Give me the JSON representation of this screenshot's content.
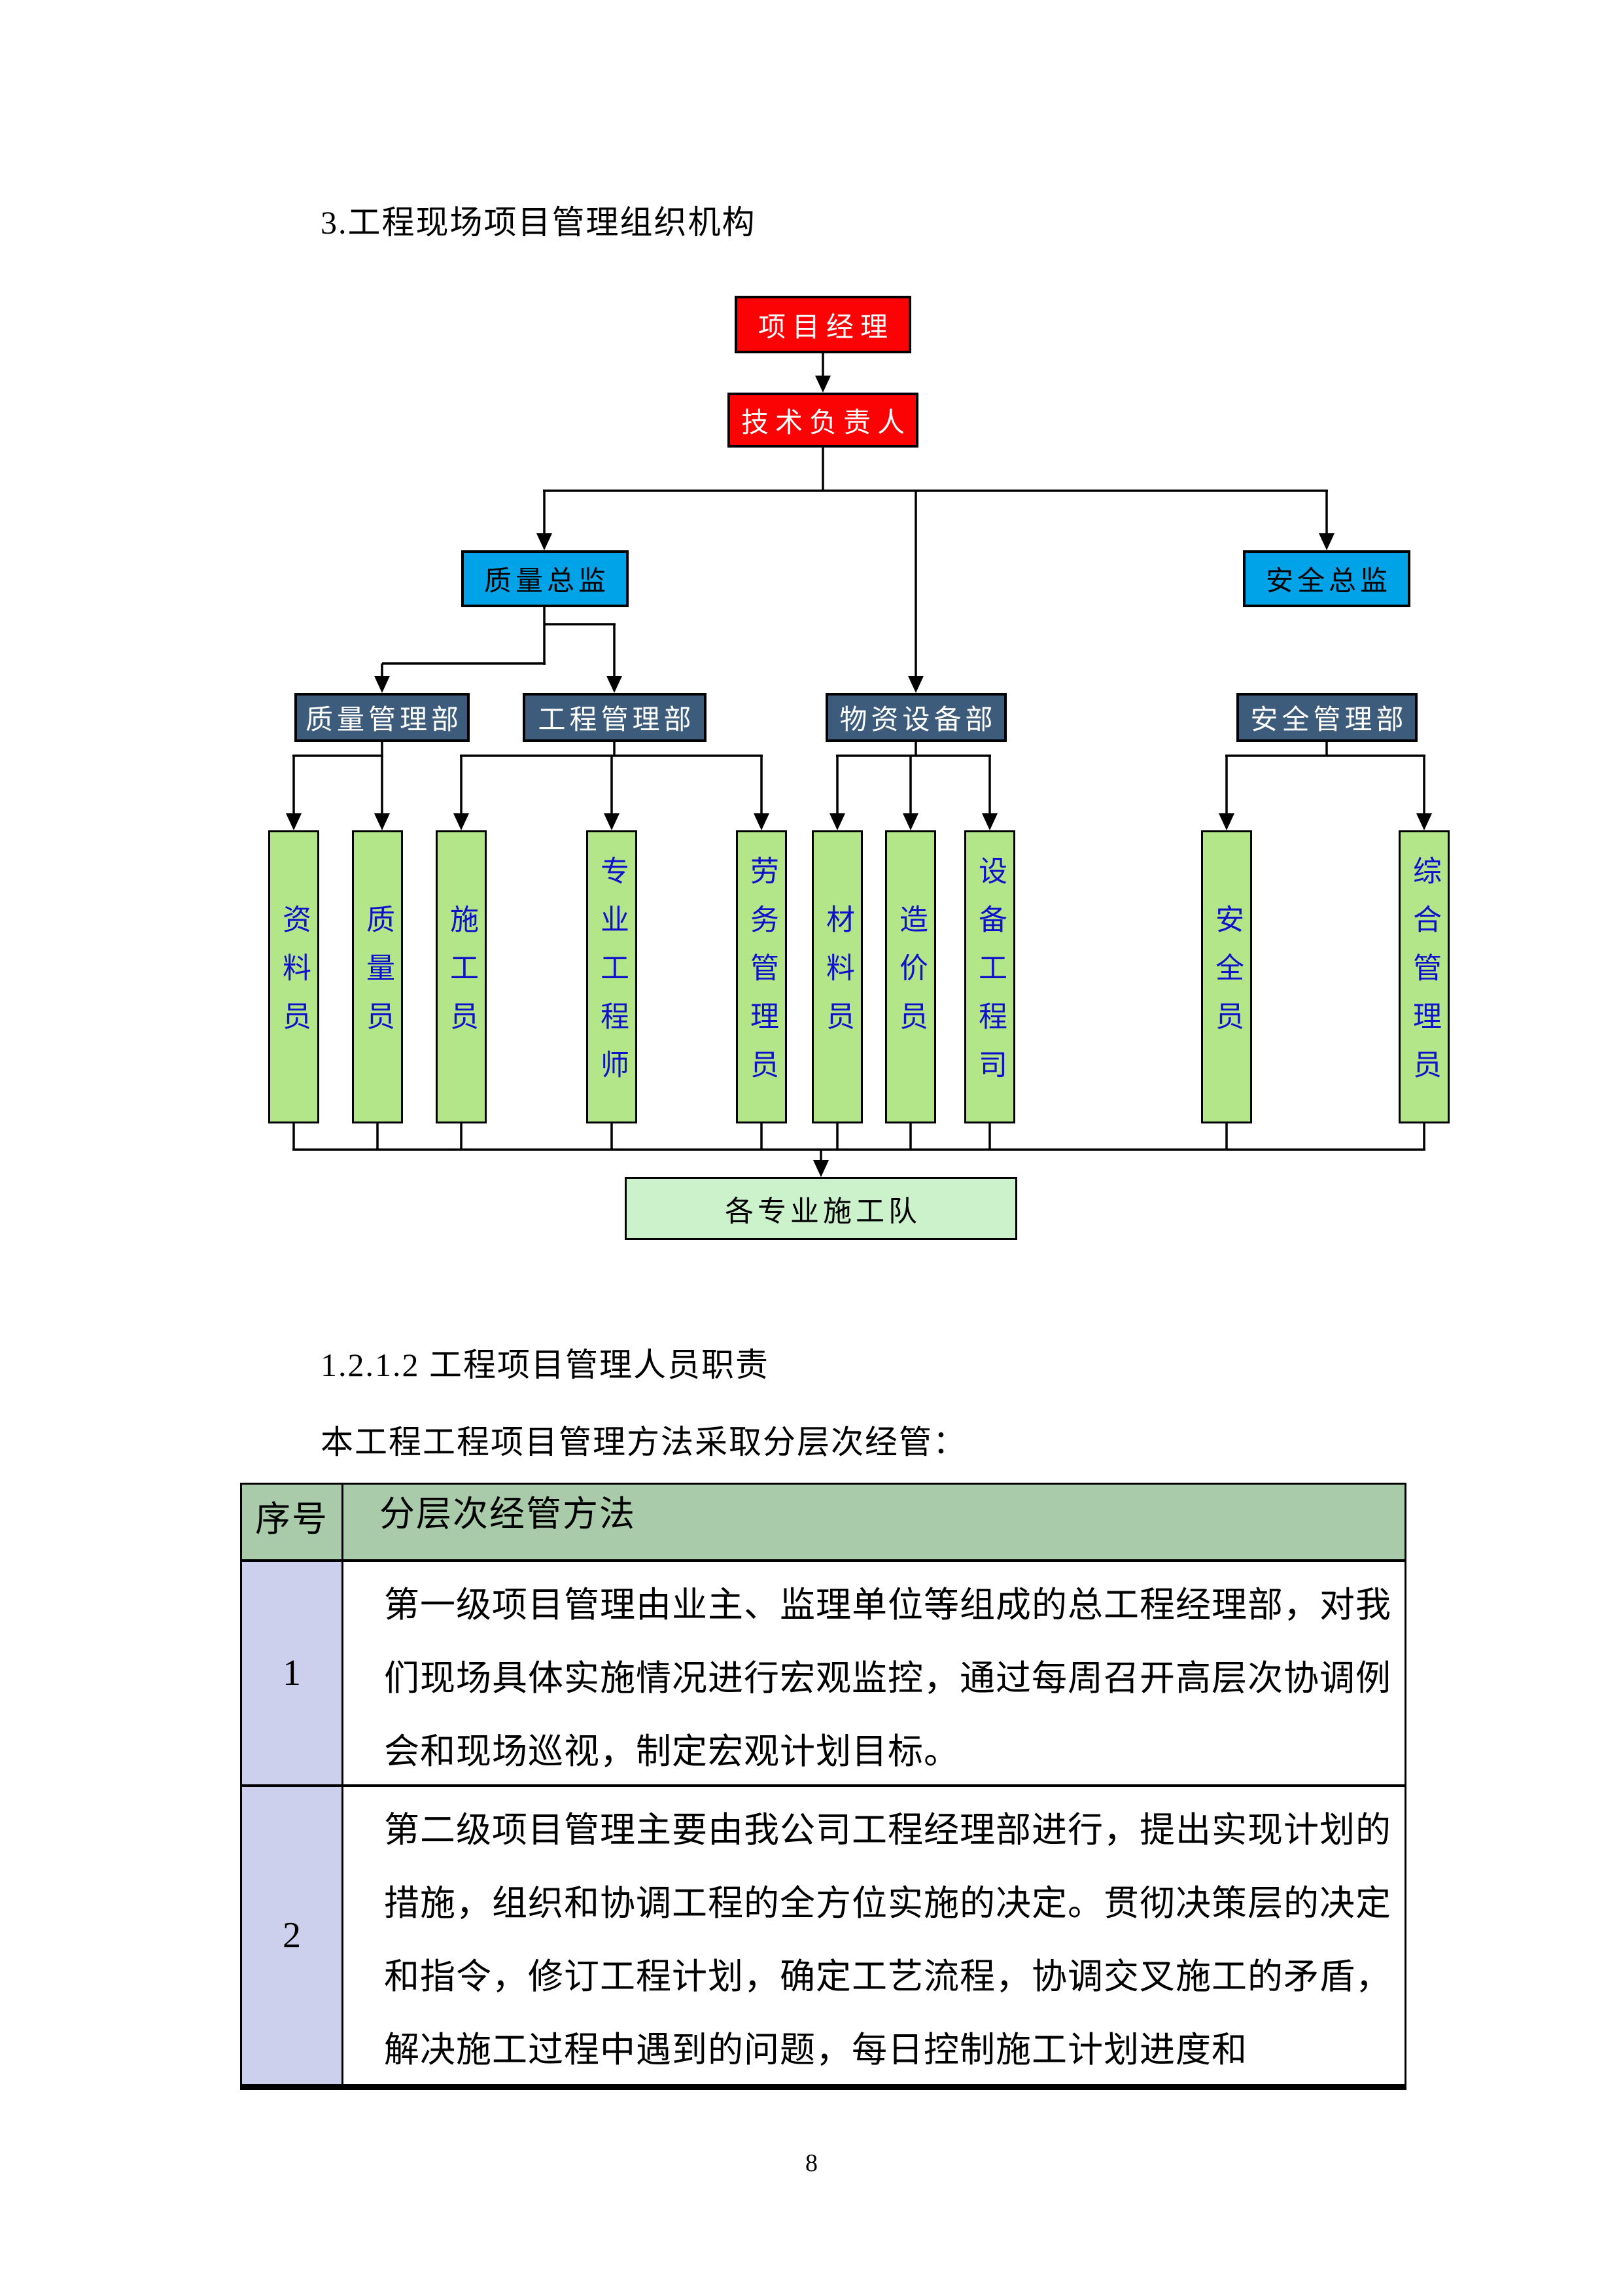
{
  "heading": "3.工程现场项目管理组织机构",
  "org_chart": {
    "nodes": {
      "project_manager": "项目经理",
      "technical_director": "技术负责人",
      "quality_director": "质量总监",
      "safety_director": "安全总监",
      "quality_dept": "质量管理部",
      "engineering_dept": "工程管理部",
      "materials_equipment_dept": "物资设备部",
      "safety_dept": "安全管理部",
      "construction_teams": "各专业施工队"
    },
    "staff": [
      {
        "label": "资料员"
      },
      {
        "label": "质量员"
      },
      {
        "label": "施工员"
      },
      {
        "label": "专业工程师"
      },
      {
        "label": "劳务管理员"
      },
      {
        "label": "材料员"
      },
      {
        "label": "造价员"
      },
      {
        "label": "设备工程司"
      },
      {
        "label": "安全员"
      },
      {
        "label": "综合管理员"
      }
    ],
    "colors": {
      "executive": "#FB0205",
      "director": "#00A2E8",
      "department": "#3D5C7C",
      "staff_fill": "#B2E689",
      "staff_text": "#1111CC",
      "teams_fill": "#CCF2CC"
    }
  },
  "section": {
    "heading": "1.2.1.2 工程项目管理人员职责",
    "intro": "本工程工程项目管理方法采取分层次经管："
  },
  "table": {
    "colors": {
      "header_bg": "#A9CBAA",
      "index_bg": "#CCD0EC"
    },
    "headers": [
      "序号",
      "分层次经管方法"
    ],
    "rows": [
      {
        "no": "1",
        "text": "第一级项目管理由业主、监理单位等组成的总工程经理部，对我们现场具体实施情况进行宏观监控，通过每周召开高层次协调例会和现场巡视，制定宏观计划目标。"
      },
      {
        "no": "2",
        "text": "第二级项目管理主要由我公司工程经理部进行，提出实现计划的措施，组织和协调工程的全方位实施的决定。贯彻决策层的决定和指令，修订工程计划，确定工艺流程，协调交叉施工的矛盾，解决施工过程中遇到的问题，每日控制施工计划进度和"
      }
    ]
  },
  "page": {
    "number": "8"
  }
}
